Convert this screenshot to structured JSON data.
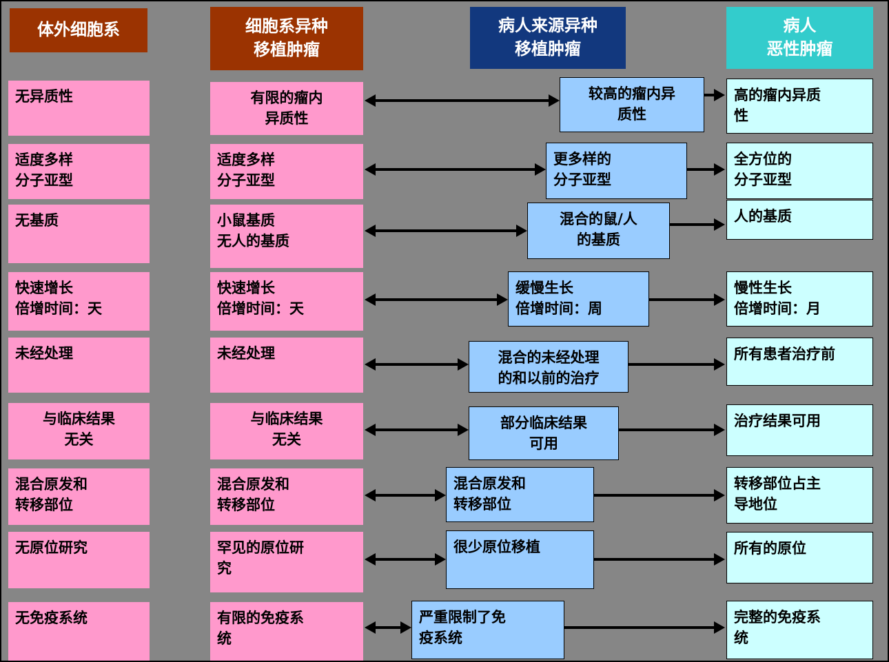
{
  "columns": [
    {
      "header": "体外细胞系"
    },
    {
      "header": "细胞系异种\n移植肿瘤"
    },
    {
      "header": "病人来源异种\n移植肿瘤"
    },
    {
      "header": "病人\n恶性肿瘤"
    }
  ],
  "rows": [
    {
      "col1": "无异质性",
      "col2": "有限的瘤内\n异质性",
      "col3": "较高的瘤内异\n质性",
      "col4": "高的瘤内异质\n性"
    },
    {
      "col1": "适度多样\n分子亚型",
      "col2": "适度多样\n分子亚型",
      "col3": "更多样的\n分子亚型",
      "col4": "全方位的\n分子亚型"
    },
    {
      "col1": "无基质",
      "col2": "小鼠基质\n无人的基质",
      "col3": "混合的鼠/人\n的基质",
      "col4": "人的基质"
    },
    {
      "col1": "快速增长\n倍增时间：天",
      "col2": "快速增长\n倍增时间：天",
      "col3": "缓慢生长\n倍增时间：周",
      "col4": "慢性生长\n倍增时间：月"
    },
    {
      "col1": "未经处理",
      "col2": "未经处理",
      "col3": "混合的未经处理\n的和以前的治疗",
      "col4": "所有患者治疗前"
    },
    {
      "col1": "与临床结果\n无关",
      "col2": "与临床结果\n无关",
      "col3": "部分临床结果\n可用",
      "col4": "治疗结果可用"
    },
    {
      "col1": "混合原发和\n转移部位",
      "col2": "混合原发和\n转移部位",
      "col3": "混合原发和\n转移部位",
      "col4": "转移部位占主\n导地位"
    },
    {
      "col1": "无原位研究",
      "col2": "罕见的原位研\n究",
      "col3": "很少原位移植",
      "col4": "所有的原位"
    },
    {
      "col1": "无免疫系统",
      "col2": "有限的免疫系\n统",
      "col3": "严重限制了免\n疫系统",
      "col4": "完整的免疫系\n统"
    }
  ],
  "colors": {
    "background": "#868686",
    "header_red": "#9B3301",
    "header_navy": "#12387E",
    "header_teal": "#33CCCC",
    "box_pink": "#FF99CC",
    "box_blue": "#99CCFF",
    "box_cyan": "#CCFFFF",
    "arrow": "#000000"
  }
}
